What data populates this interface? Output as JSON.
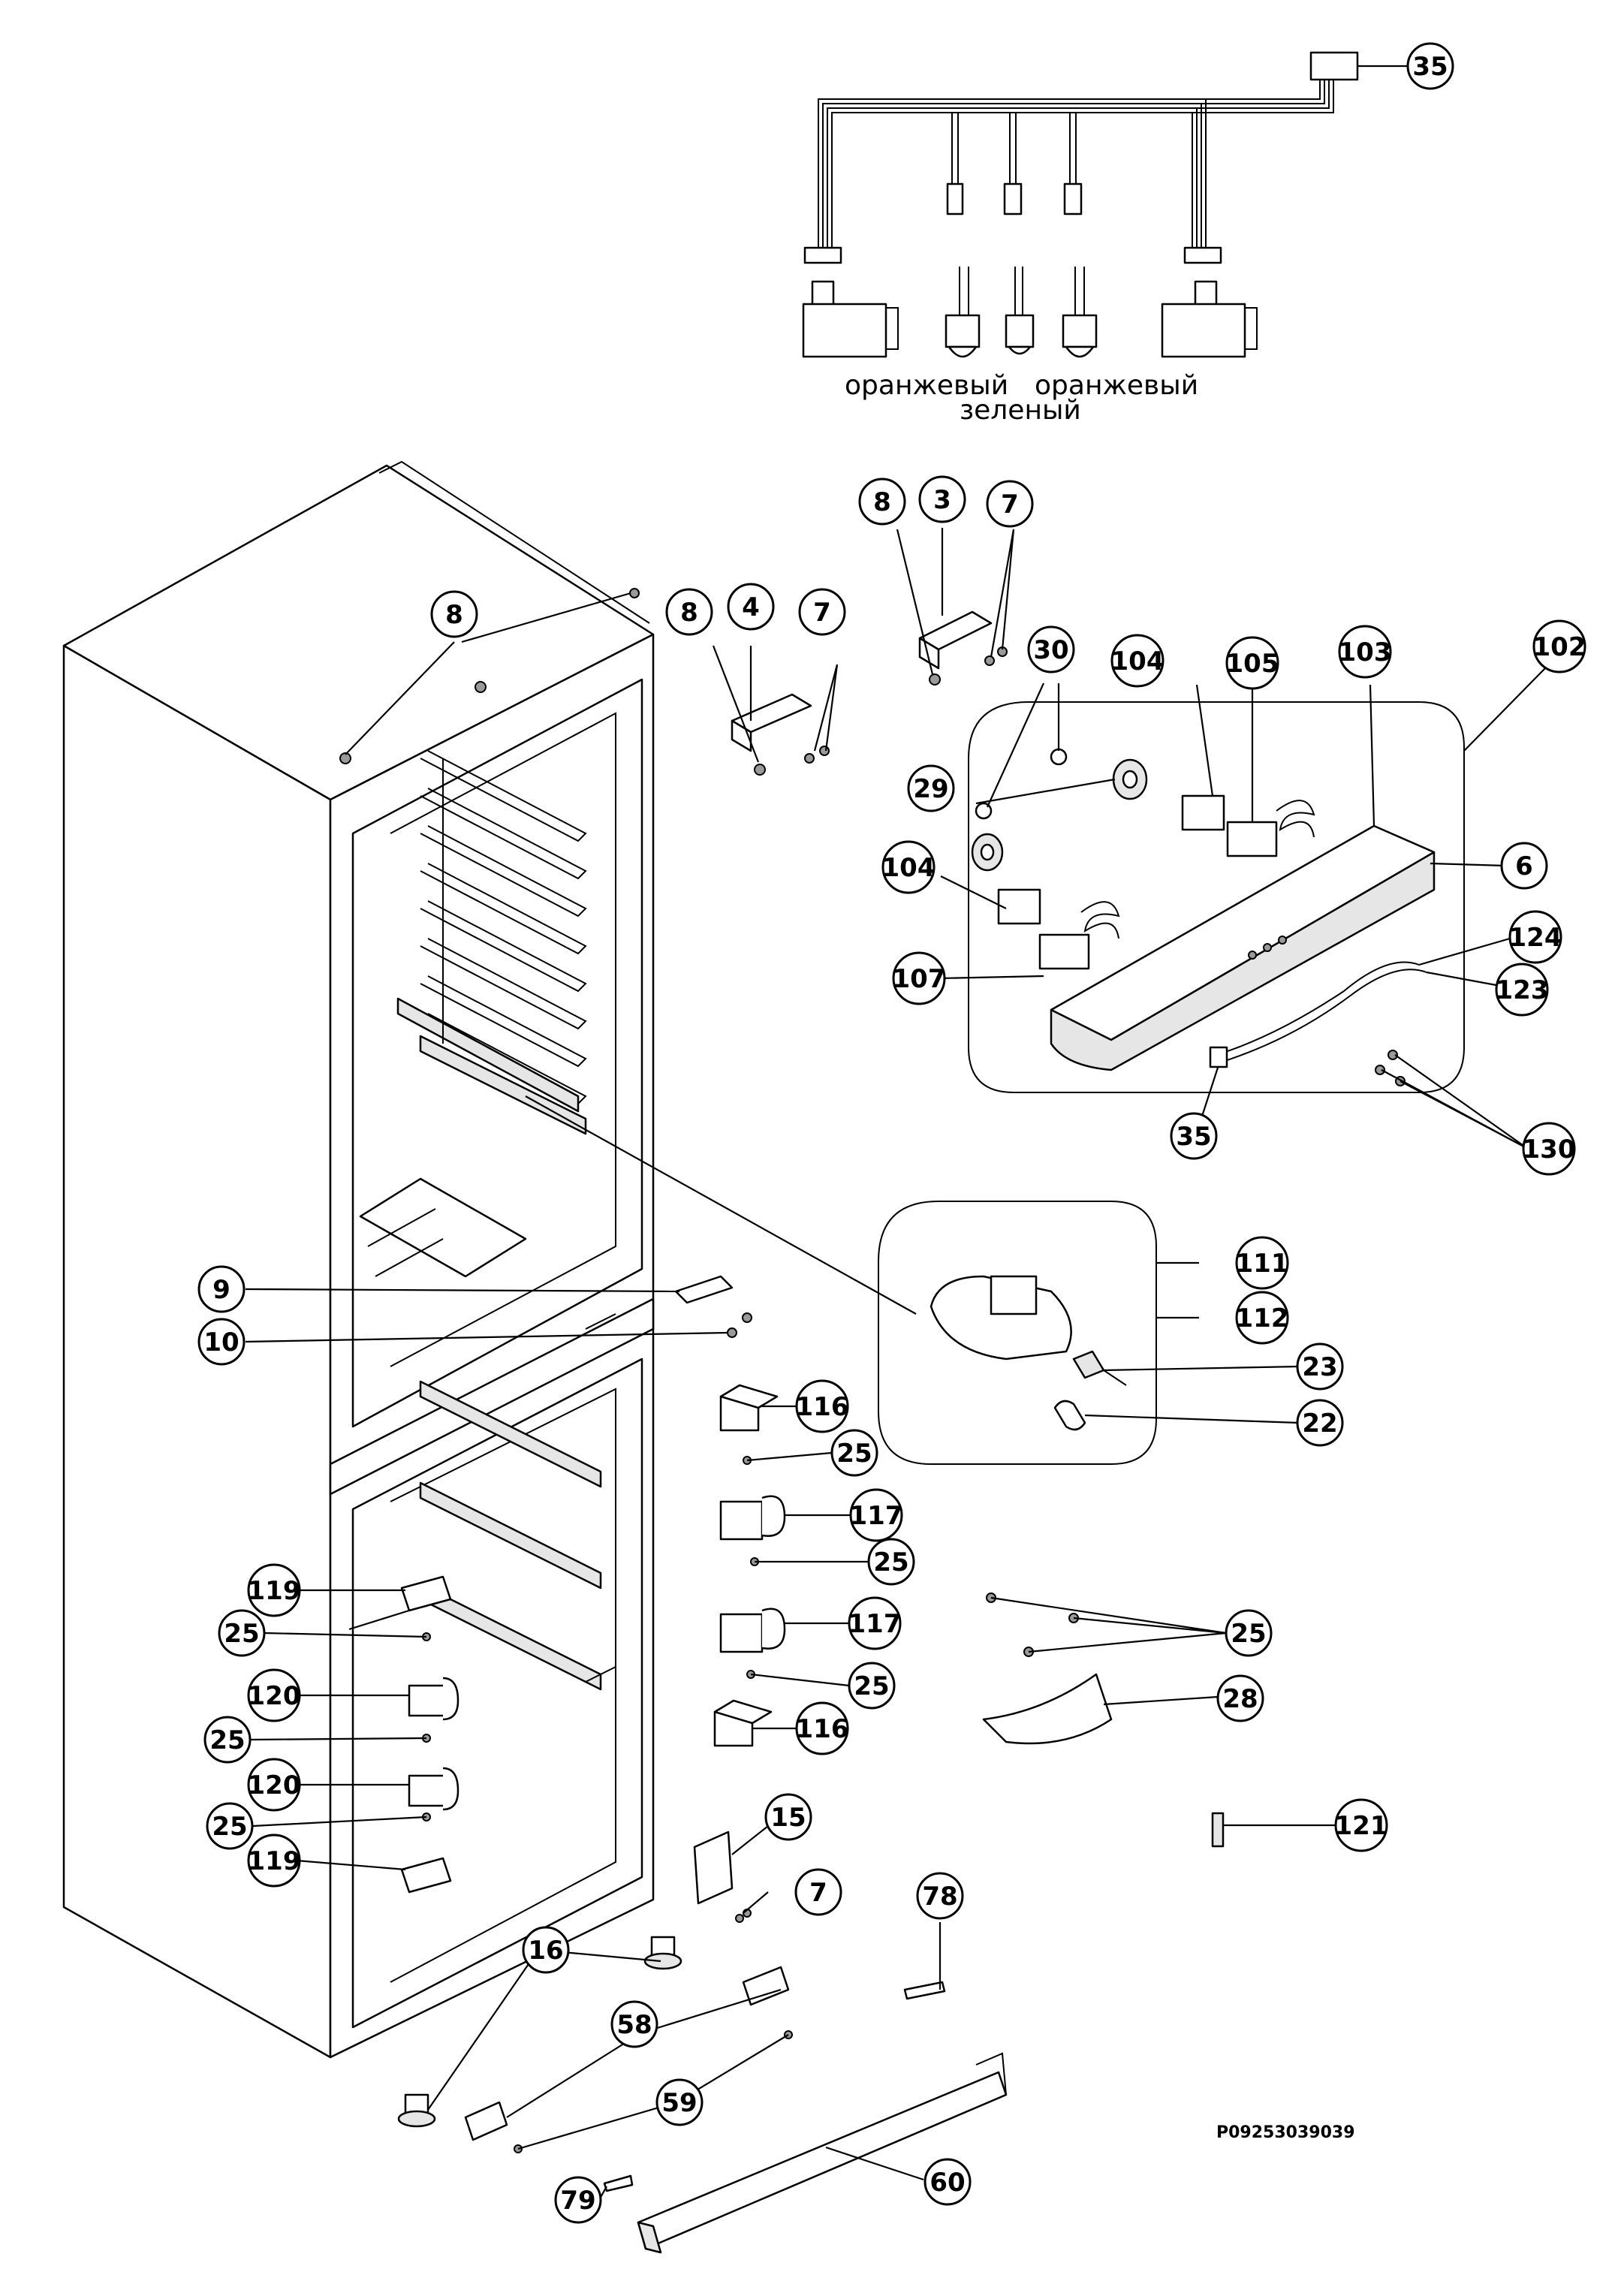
{
  "diagram": {
    "drawing_code": "P09253039039",
    "wire_labels": {
      "orange_left": "оранжевый",
      "orange_right": "оранжевый",
      "green": "зеленый"
    },
    "callouts": [
      {
        "key": "c35a",
        "label": "35"
      },
      {
        "key": "c8a",
        "label": "8"
      },
      {
        "key": "c8b",
        "label": "8"
      },
      {
        "key": "c4",
        "label": "4"
      },
      {
        "key": "c7a",
        "label": "7"
      },
      {
        "key": "c8c",
        "label": "8"
      },
      {
        "key": "c3",
        "label": "3"
      },
      {
        "key": "c7b",
        "label": "7"
      },
      {
        "key": "c30",
        "label": "30"
      },
      {
        "key": "c104a",
        "label": "104"
      },
      {
        "key": "c105",
        "label": "105"
      },
      {
        "key": "c103",
        "label": "103"
      },
      {
        "key": "c102",
        "label": "102"
      },
      {
        "key": "c29",
        "label": "29"
      },
      {
        "key": "c6",
        "label": "6"
      },
      {
        "key": "c104b",
        "label": "104"
      },
      {
        "key": "c124",
        "label": "124"
      },
      {
        "key": "c107",
        "label": "107"
      },
      {
        "key": "c123",
        "label": "123"
      },
      {
        "key": "c35b",
        "label": "35"
      },
      {
        "key": "c130",
        "label": "130"
      },
      {
        "key": "c9",
        "label": "9"
      },
      {
        "key": "c111",
        "label": "111"
      },
      {
        "key": "c10",
        "label": "10"
      },
      {
        "key": "c112",
        "label": "112"
      },
      {
        "key": "c23",
        "label": "23"
      },
      {
        "key": "c116a",
        "label": "116"
      },
      {
        "key": "c22",
        "label": "22"
      },
      {
        "key": "c25a",
        "label": "25"
      },
      {
        "key": "c117a",
        "label": "117"
      },
      {
        "key": "c25b",
        "label": "25"
      },
      {
        "key": "c119a",
        "label": "119"
      },
      {
        "key": "c117b",
        "label": "117"
      },
      {
        "key": "c25c",
        "label": "25"
      },
      {
        "key": "c25d",
        "label": "25"
      },
      {
        "key": "c120a",
        "label": "120"
      },
      {
        "key": "c25e",
        "label": "25"
      },
      {
        "key": "c28",
        "label": "28"
      },
      {
        "key": "c25f",
        "label": "25"
      },
      {
        "key": "c116b",
        "label": "116"
      },
      {
        "key": "c120b",
        "label": "120"
      },
      {
        "key": "c25g",
        "label": "25"
      },
      {
        "key": "c15",
        "label": "15"
      },
      {
        "key": "c121",
        "label": "121"
      },
      {
        "key": "c119b",
        "label": "119"
      },
      {
        "key": "c7c",
        "label": "7"
      },
      {
        "key": "c78",
        "label": "78"
      },
      {
        "key": "c16",
        "label": "16"
      },
      {
        "key": "c58",
        "label": "58"
      },
      {
        "key": "c59",
        "label": "59"
      },
      {
        "key": "c60",
        "label": "60"
      },
      {
        "key": "c79",
        "label": "79"
      }
    ]
  }
}
